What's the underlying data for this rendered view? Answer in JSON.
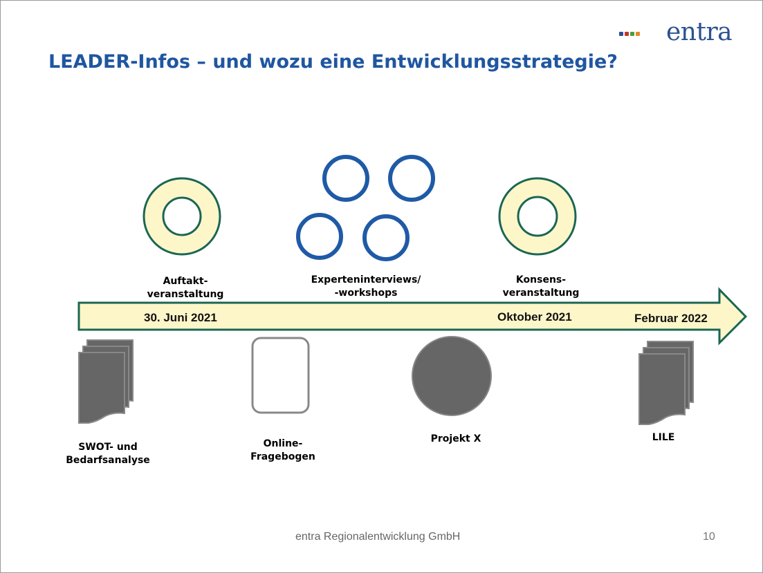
{
  "slide": {
    "title": "LEADER-Infos – und wozu eine Entwicklungsstrategie?",
    "logo": {
      "text": "entra",
      "dot_colors": [
        "#2c5191",
        "#c0392b",
        "#4a9e3f",
        "#e08a2c"
      ]
    },
    "footer": "entra Regionalentwicklung GmbH",
    "page_number": "10"
  },
  "timeline": {
    "events": [
      {
        "label": "Auftakt-\nveranstaltung",
        "date": "30. Juni 2021"
      },
      {
        "label": "Experteninterviews/\n-workshops"
      },
      {
        "label": "Konsens-\nveranstaltung",
        "date": "Oktober 2021"
      },
      {
        "date": "Februar 2022"
      }
    ],
    "outputs": [
      {
        "label": "SWOT- und\nBedarfsanalyse"
      },
      {
        "label": "Online-\nFragebogen"
      },
      {
        "label": "Projekt X"
      },
      {
        "label": "LILE"
      }
    ]
  },
  "colors": {
    "title": "#1f56a0",
    "arrow_fill": "#fdf6c8",
    "arrow_stroke": "#1a6654",
    "ring_blue": "#1f5aa6",
    "gray": "#666666"
  }
}
